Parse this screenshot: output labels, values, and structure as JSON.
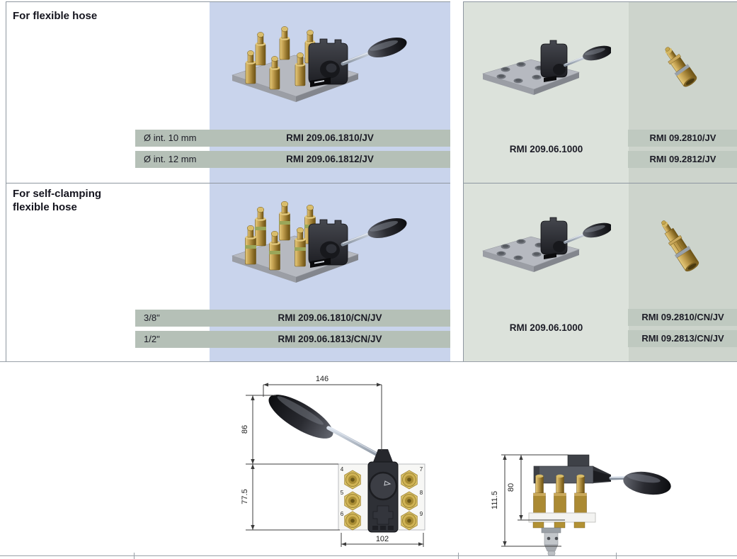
{
  "sections": [
    {
      "title": "For flexible hose",
      "rows": [
        {
          "size": "Ø int. 10 mm",
          "part": "RMI 209.06.1810/JV"
        },
        {
          "size": "Ø int. 12 mm",
          "part": "RMI 209.06.1812/JV"
        }
      ],
      "base_part": "RMI 209.06.1000",
      "adapters": [
        "RMI 09.2810/JV",
        "RMI 09.2812/JV"
      ]
    },
    {
      "title": "For self-clamping flexible hose",
      "rows": [
        {
          "size": "3/8\"",
          "part": "RMI 209.06.1810/CN/JV"
        },
        {
          "size": "1/2\"",
          "part": "RMI 209.06.1813/CN/JV"
        }
      ],
      "base_part": "RMI 209.06.1000",
      "adapters": [
        "RMI 09.2810/CN/JV",
        "RMI 09.2813/CN/JV"
      ]
    }
  ],
  "drawings": {
    "front": {
      "width_top": "146",
      "height_upper": "86",
      "height_lower": "77.5",
      "width_bottom": "102",
      "ports_left": [
        "4",
        "5",
        "6"
      ],
      "ports_right": [
        "7",
        "8",
        "9"
      ]
    },
    "side": {
      "height_total": "111.5",
      "height_body": "80"
    }
  },
  "colors": {
    "photo_column_blue": "#c9d4ec",
    "row_band_green": "#b5c0b7",
    "right_panel_light": "#dce2db",
    "right_panel_mid": "#cdd4cc",
    "right_band": "#bfc9c0",
    "border_gray": "#8e97a0",
    "brass": "#b28f3d",
    "handle_black": "#17181c"
  }
}
